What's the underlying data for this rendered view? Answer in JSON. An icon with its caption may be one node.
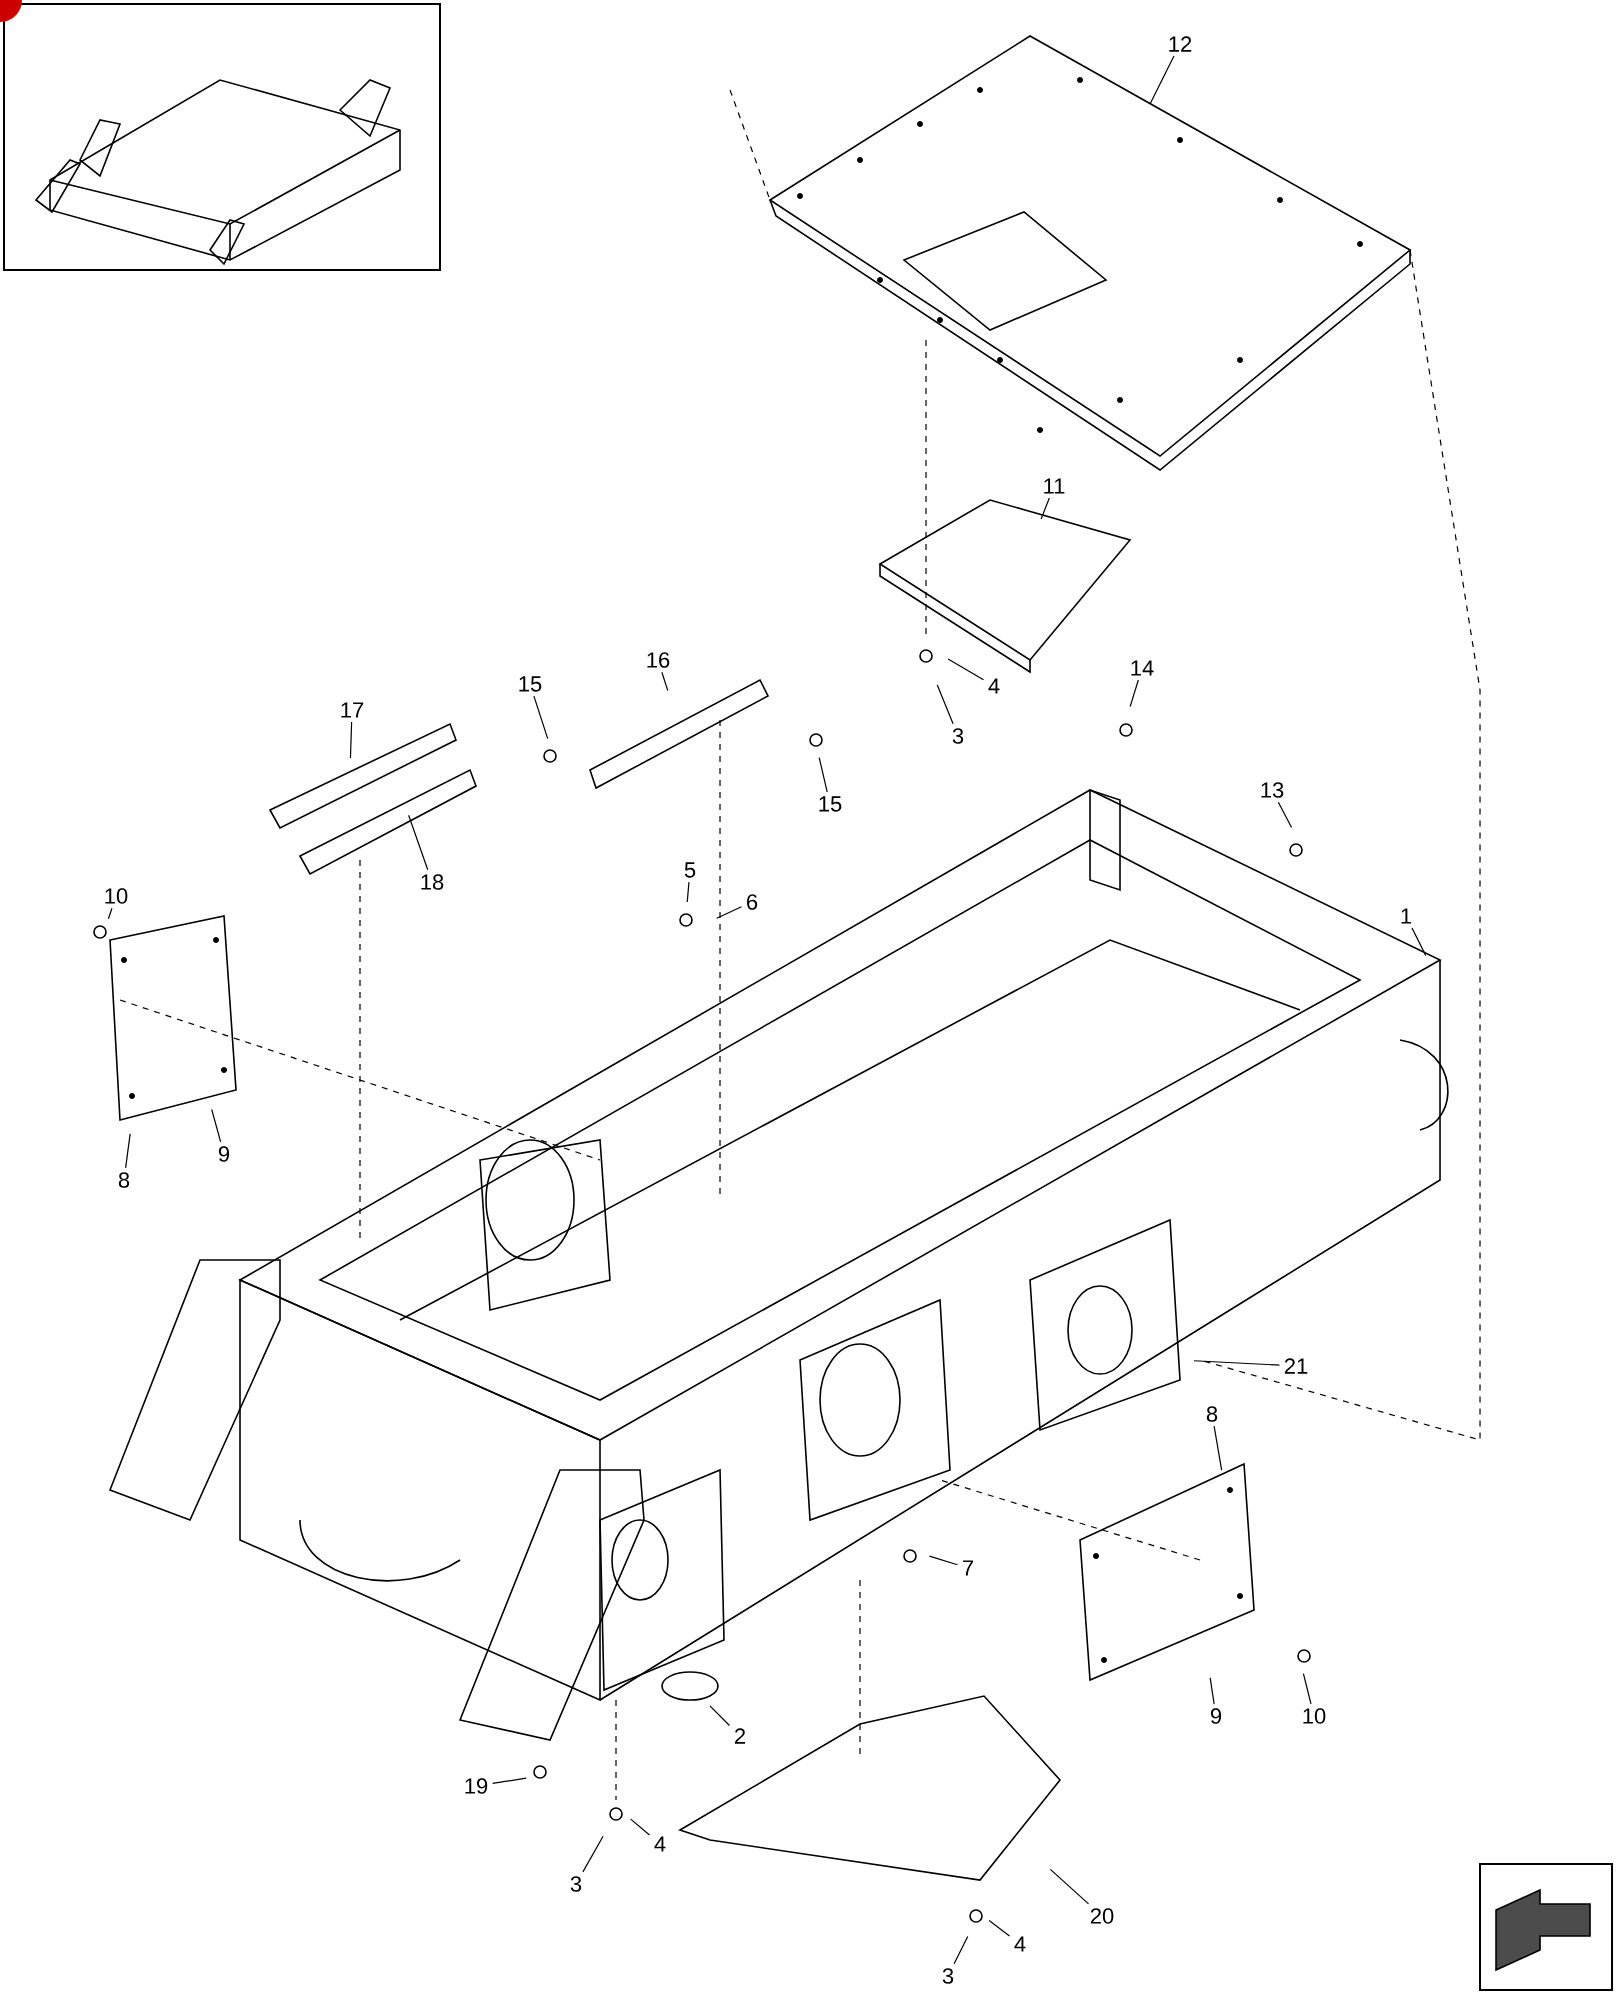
{
  "diagram": {
    "nodes": [
      {
        "text": [
          "12"
        ]
      },
      {
        "text": [
          "11"
        ]
      },
      {
        "text": [
          "4"
        ]
      },
      {
        "text": [
          "3"
        ]
      },
      {
        "text": [
          "14"
        ]
      },
      {
        "text": [
          "13"
        ]
      },
      {
        "text": [
          "16"
        ]
      },
      {
        "text": [
          "15"
        ]
      },
      {
        "text": [
          "17"
        ]
      },
      {
        "text": [
          "15"
        ]
      },
      {
        "text": [
          "18"
        ]
      },
      {
        "text": [
          "10"
        ]
      },
      {
        "text": [
          "5"
        ]
      },
      {
        "text": [
          "6"
        ]
      },
      {
        "text": [
          "1"
        ]
      },
      {
        "text": [
          "9"
        ]
      },
      {
        "text": [
          "8"
        ]
      },
      {
        "text": [
          "21"
        ]
      },
      {
        "text": [
          "8"
        ]
      },
      {
        "text": [
          "7"
        ]
      },
      {
        "text": [
          "2"
        ]
      },
      {
        "text": [
          "9"
        ]
      },
      {
        "text": [
          "10"
        ]
      },
      {
        "text": [
          "19"
        ]
      },
      {
        "text": [
          "4"
        ]
      },
      {
        "text": [
          "3"
        ]
      },
      {
        "text": [
          "20"
        ]
      },
      {
        "text": [
          "4"
        ]
      },
      {
        "text": [
          "3"
        ]
      }
    ],
    "edges": [
      {
        "from": 0,
        "to": null,
        "arrow": "none"
      },
      {
        "from": 1,
        "to": null,
        "arrow": "none"
      },
      {
        "from": 2,
        "to": null,
        "arrow": "none"
      },
      {
        "from": 3,
        "to": null,
        "arrow": "none"
      },
      {
        "from": 4,
        "to": null,
        "arrow": "none"
      },
      {
        "from": 5,
        "to": null,
        "arrow": "none"
      },
      {
        "from": 6,
        "to": null,
        "arrow": "none"
      },
      {
        "from": 7,
        "to": null,
        "arrow": "none"
      },
      {
        "from": 8,
        "to": null,
        "arrow": "none"
      },
      {
        "from": 9,
        "to": null,
        "arrow": "none"
      },
      {
        "from": 10,
        "to": null,
        "arrow": "none"
      },
      {
        "from": 11,
        "to": null,
        "arrow": "none"
      },
      {
        "from": 12,
        "to": null,
        "arrow": "none"
      },
      {
        "from": 13,
        "to": null,
        "arrow": "none"
      },
      {
        "from": 14,
        "to": null,
        "arrow": "none"
      },
      {
        "from": 15,
        "to": null,
        "arrow": "none"
      },
      {
        "from": 16,
        "to": null,
        "arrow": "none"
      },
      {
        "from": 17,
        "to": null,
        "arrow": "none"
      },
      {
        "from": 18,
        "to": null,
        "arrow": "none"
      },
      {
        "from": 19,
        "to": null,
        "arrow": "none"
      },
      {
        "from": 20,
        "to": null,
        "arrow": "none"
      },
      {
        "from": 21,
        "to": null,
        "arrow": "none"
      },
      {
        "from": 22,
        "to": null,
        "arrow": "none"
      },
      {
        "from": 23,
        "to": null,
        "arrow": "none"
      },
      {
        "from": 24,
        "to": null,
        "arrow": "none"
      },
      {
        "from": 25,
        "to": null,
        "arrow": "none"
      },
      {
        "from": 26,
        "to": null,
        "arrow": "none"
      },
      {
        "from": 27,
        "to": null,
        "arrow": "none"
      },
      {
        "from": 28,
        "to": null,
        "arrow": "none"
      }
    ]
  }
}
